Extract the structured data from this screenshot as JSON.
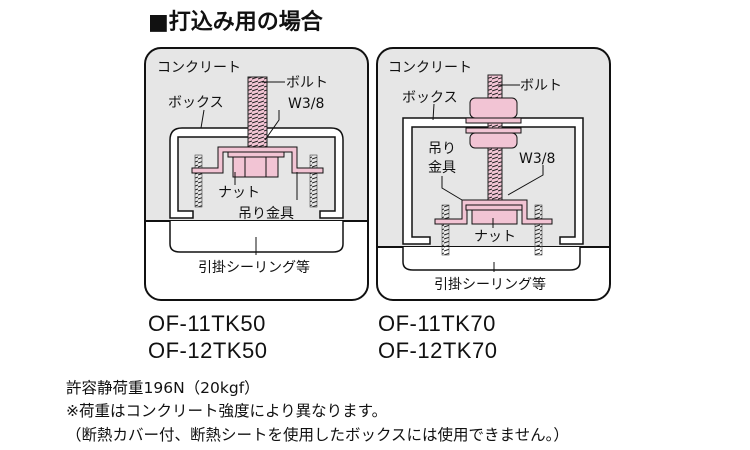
{
  "title": "■打込み用の場合",
  "diagram_left": {
    "concrete": "コンクリート",
    "bolt": "ボルト",
    "bolt_size": "W3/8",
    "box": "ボックス",
    "nut": "ナット",
    "hanger": "吊り金具",
    "ceiling": "引掛シーリング等",
    "models": [
      "OF-11TK50",
      "OF-12TK50"
    ]
  },
  "diagram_right": {
    "concrete": "コンクリート",
    "bolt": "ボルト",
    "bolt_size": "W3/8",
    "box": "ボックス",
    "hanger_1": "吊り",
    "hanger_2": "金具",
    "nut": "ナット",
    "ceiling": "引掛シーリング等",
    "models": [
      "OF-11TK70",
      "OF-12TK70"
    ]
  },
  "notes": [
    "許容静荷重196N（20kgf）",
    "※荷重はコンクリート強度により異なります。",
    "（断熱カバー付、断熱シートを使用したボックスには使用できません。）"
  ],
  "colors": {
    "concrete": "#e6e6e6",
    "metal": "#f2c4d4"
  }
}
